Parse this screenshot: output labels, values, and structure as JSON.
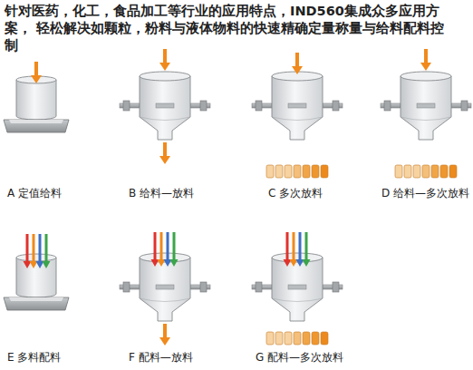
{
  "diagram": {
    "title": "针对医药，化工，食品加工等行业的应用特点，IND560集成众多应用方案， 轻松解决如颗粒，粉料与液体物料的快速精确定量称量与给料配料控制",
    "labels": [
      "A 定值给料",
      "B 给料—放料",
      "C 多次放料",
      "D 给料—多次放料",
      "E 多料配料",
      "F 配料—放料",
      "G 配料—多次放料"
    ]
  }
}
